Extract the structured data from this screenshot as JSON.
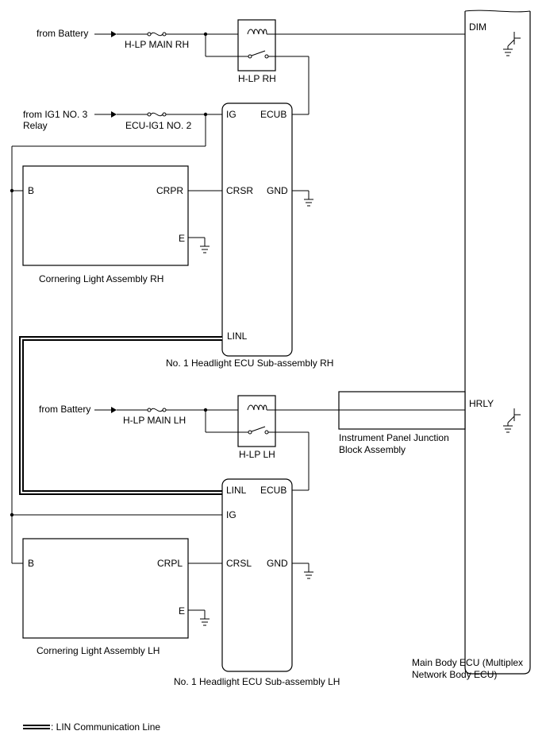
{
  "sources": {
    "battery_top": "from Battery",
    "battery_bottom": "from Battery",
    "ig1_line1": "from IG1 NO. 3",
    "ig1_line2": "Relay"
  },
  "fuses": {
    "hlp_main_rh": "H-LP MAIN RH",
    "ecu_ig1_no2": "ECU-IG1 NO. 2",
    "hlp_main_lh": "H-LP MAIN LH"
  },
  "relays": {
    "hlp_rh": "H-LP RH",
    "hlp_lh": "H-LP LH"
  },
  "headlight_ecu_rh": {
    "name": "No. 1 Headlight ECU Sub-assembly RH",
    "pins": {
      "ig": "IG",
      "ecub": "ECUB",
      "crsr": "CRSR",
      "gnd": "GND",
      "linl": "LINL"
    }
  },
  "headlight_ecu_lh": {
    "name": "No. 1 Headlight ECU Sub-assembly LH",
    "pins": {
      "linl": "LINL",
      "ecub": "ECUB",
      "ig": "IG",
      "crsl": "CRSL",
      "gnd": "GND"
    }
  },
  "cornering_rh": {
    "name": "Cornering Light Assembly RH",
    "pins": {
      "b": "B",
      "crpr": "CRPR",
      "e": "E"
    }
  },
  "cornering_lh": {
    "name": "Cornering Light Assembly LH",
    "pins": {
      "b": "B",
      "crpl": "CRPL",
      "e": "E"
    }
  },
  "junction_block": {
    "line1": "Instrument Panel Junction",
    "line2": "Block Assembly"
  },
  "main_body_ecu": {
    "line1": "Main Body ECU (Multiplex",
    "line2": "Network Body ECU)",
    "pins": {
      "dim": "DIM",
      "hrly": "HRLY"
    }
  },
  "legend": {
    "lin_label": ": LIN Communication Line"
  }
}
